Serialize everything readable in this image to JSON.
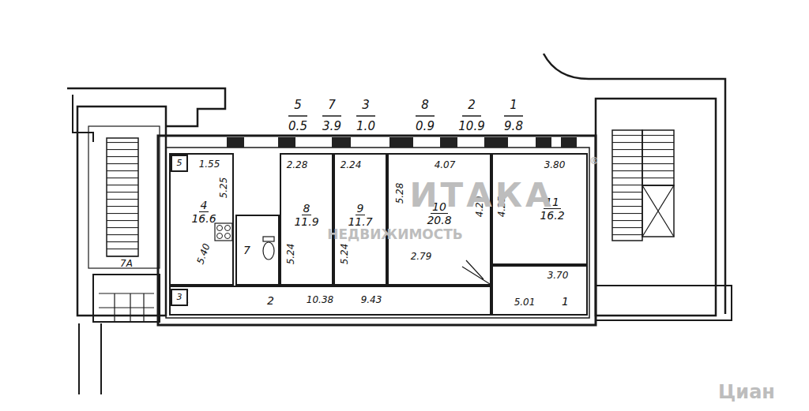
{
  "diagram": {
    "nodes": [
      {
        "text": [
          "5"
        ]
      },
      {
        "text": [
          "4",
          "16.6"
        ]
      },
      {
        "text": [
          "7"
        ]
      },
      {
        "text": [
          "8",
          "11.9"
        ]
      },
      {
        "text": [
          "9",
          "11.7"
        ]
      },
      {
        "text": [
          "10",
          "20.8"
        ]
      },
      {
        "text": [
          "11",
          "16.2"
        ]
      },
      {
        "text": [
          "2"
        ]
      },
      {
        "text": [
          "1"
        ]
      },
      {
        "text": [
          "3"
        ]
      }
    ],
    "labels": [
      "5",
      "0.5",
      "7",
      "3.9",
      "3",
      "1.0",
      "8",
      "0.9",
      "2",
      "10.9",
      "1",
      "9.8",
      "1.55",
      "2.28",
      "2.24",
      "4.07",
      "3.80",
      "5.25",
      "5.40",
      "5.24",
      "5.24",
      "5.28",
      "4.20",
      "4.25",
      "2.79",
      "3.70",
      "10.38",
      "9.43",
      "5.01",
      "7А",
      "ИТАКА",
      "®",
      "НЕДВИЖИМОСТЬ",
      "Циан"
    ]
  }
}
